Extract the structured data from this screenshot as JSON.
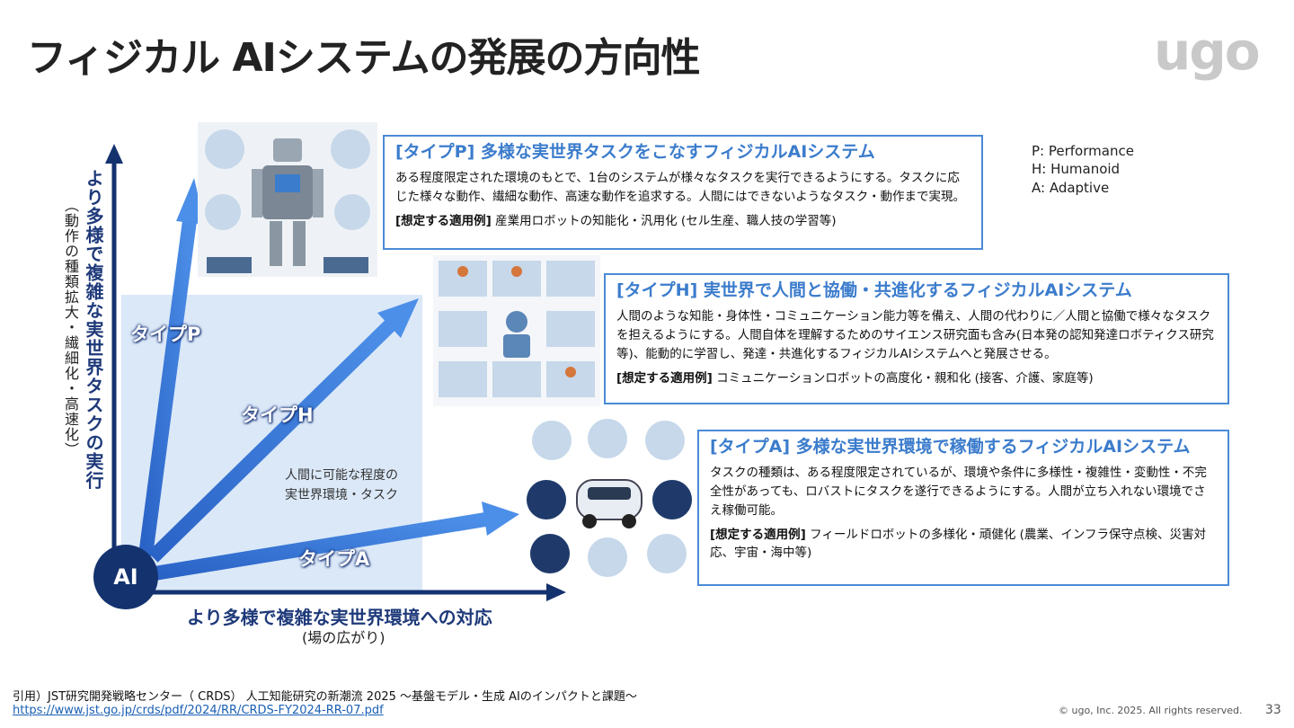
{
  "title": "フィジカル AIシステムの発展の方向性",
  "logo_text": "ugo",
  "legend": [
    "P: Performance",
    "H: Humanoid",
    "A: Adaptive"
  ],
  "y_axis": {
    "label": "より多様で複雑な実世界タスクの実行",
    "sub": "（動作の種類拡大・繊細化・高速化）"
  },
  "x_axis": {
    "label": "より多様で複雑な実世界環境への対応",
    "sub": "(場の広がり)"
  },
  "origin_label": "AI",
  "shaded_area": {
    "line1": "人間に可能な程度の",
    "line2": "実世界環境・タスク"
  },
  "arrows": {
    "p": "タイプP",
    "h": "タイプH",
    "a": "タイプA"
  },
  "types": [
    {
      "title": "[タイプP] 多様な実世界タスクをこなすフィジカルAIシステム",
      "desc": "ある程度限定された環境のもとで、1台のシステムが様々なタスクを実行できるようにする。タスクに応じた様々な動作、繊細な動作、高速な動作を追求する。人間にはできないようなタスク・動作まで実現。",
      "example_label": "[想定する適用例]",
      "example": " 産業用ロボットの知能化・汎用化 (セル生産、職人技の学習等)"
    },
    {
      "title": "[タイプH] 実世界で人間と協働・共進化するフィジカルAIシステム",
      "desc": "人間のような知能・身体性・コミュニケーション能力等を備え、人間の代わりに／人間と協働で様々なタスクを担えるようにする。人間自体を理解するためのサイエンス研究面も含み(日本発の認知発達ロボティクス研究等)、能動的に学習し、発達・共進化するフィジカルAIシステムへと発展させる。",
      "example_label": "[想定する適用例]",
      "example": " コミュニケーションロボットの高度化・親和化 (接客、介護、家庭等)"
    },
    {
      "title": "[タイプA] 多様な実世界環境で稼働するフィジカルAIシステム",
      "desc": "タスクの種類は、ある程度限定されているが、環境や条件に多様性・複雑性・変動性・不完全性があっても、ロバストにタスクを遂行できるようにする。人間が立ち入れない環境でさえ稼働可能。",
      "example_label": "[想定する適用例]",
      "example": " フィールドロボットの多様化・頑健化 (農業、インフラ保守点検、災害対応、宇宙・海中等)"
    }
  ],
  "citation": "引用）JST研究開発戦略センター（ CRDS） 人工知能研究の新潮流 2025 ～基盤モデル・生成 AIのインパクトと課題～",
  "citation_link": "https://www.jst.go.jp/crds/pdf/2024/RR/CRDS-FY2024-RR-07.pdf",
  "copyright": "© ugo, Inc. 2025. All rights reserved.",
  "page_number": "33",
  "colors": {
    "accent": "#4a8ad6",
    "navy": "#14326e",
    "arrow": "#3b7ee0",
    "shade": "#dbe8f8"
  }
}
